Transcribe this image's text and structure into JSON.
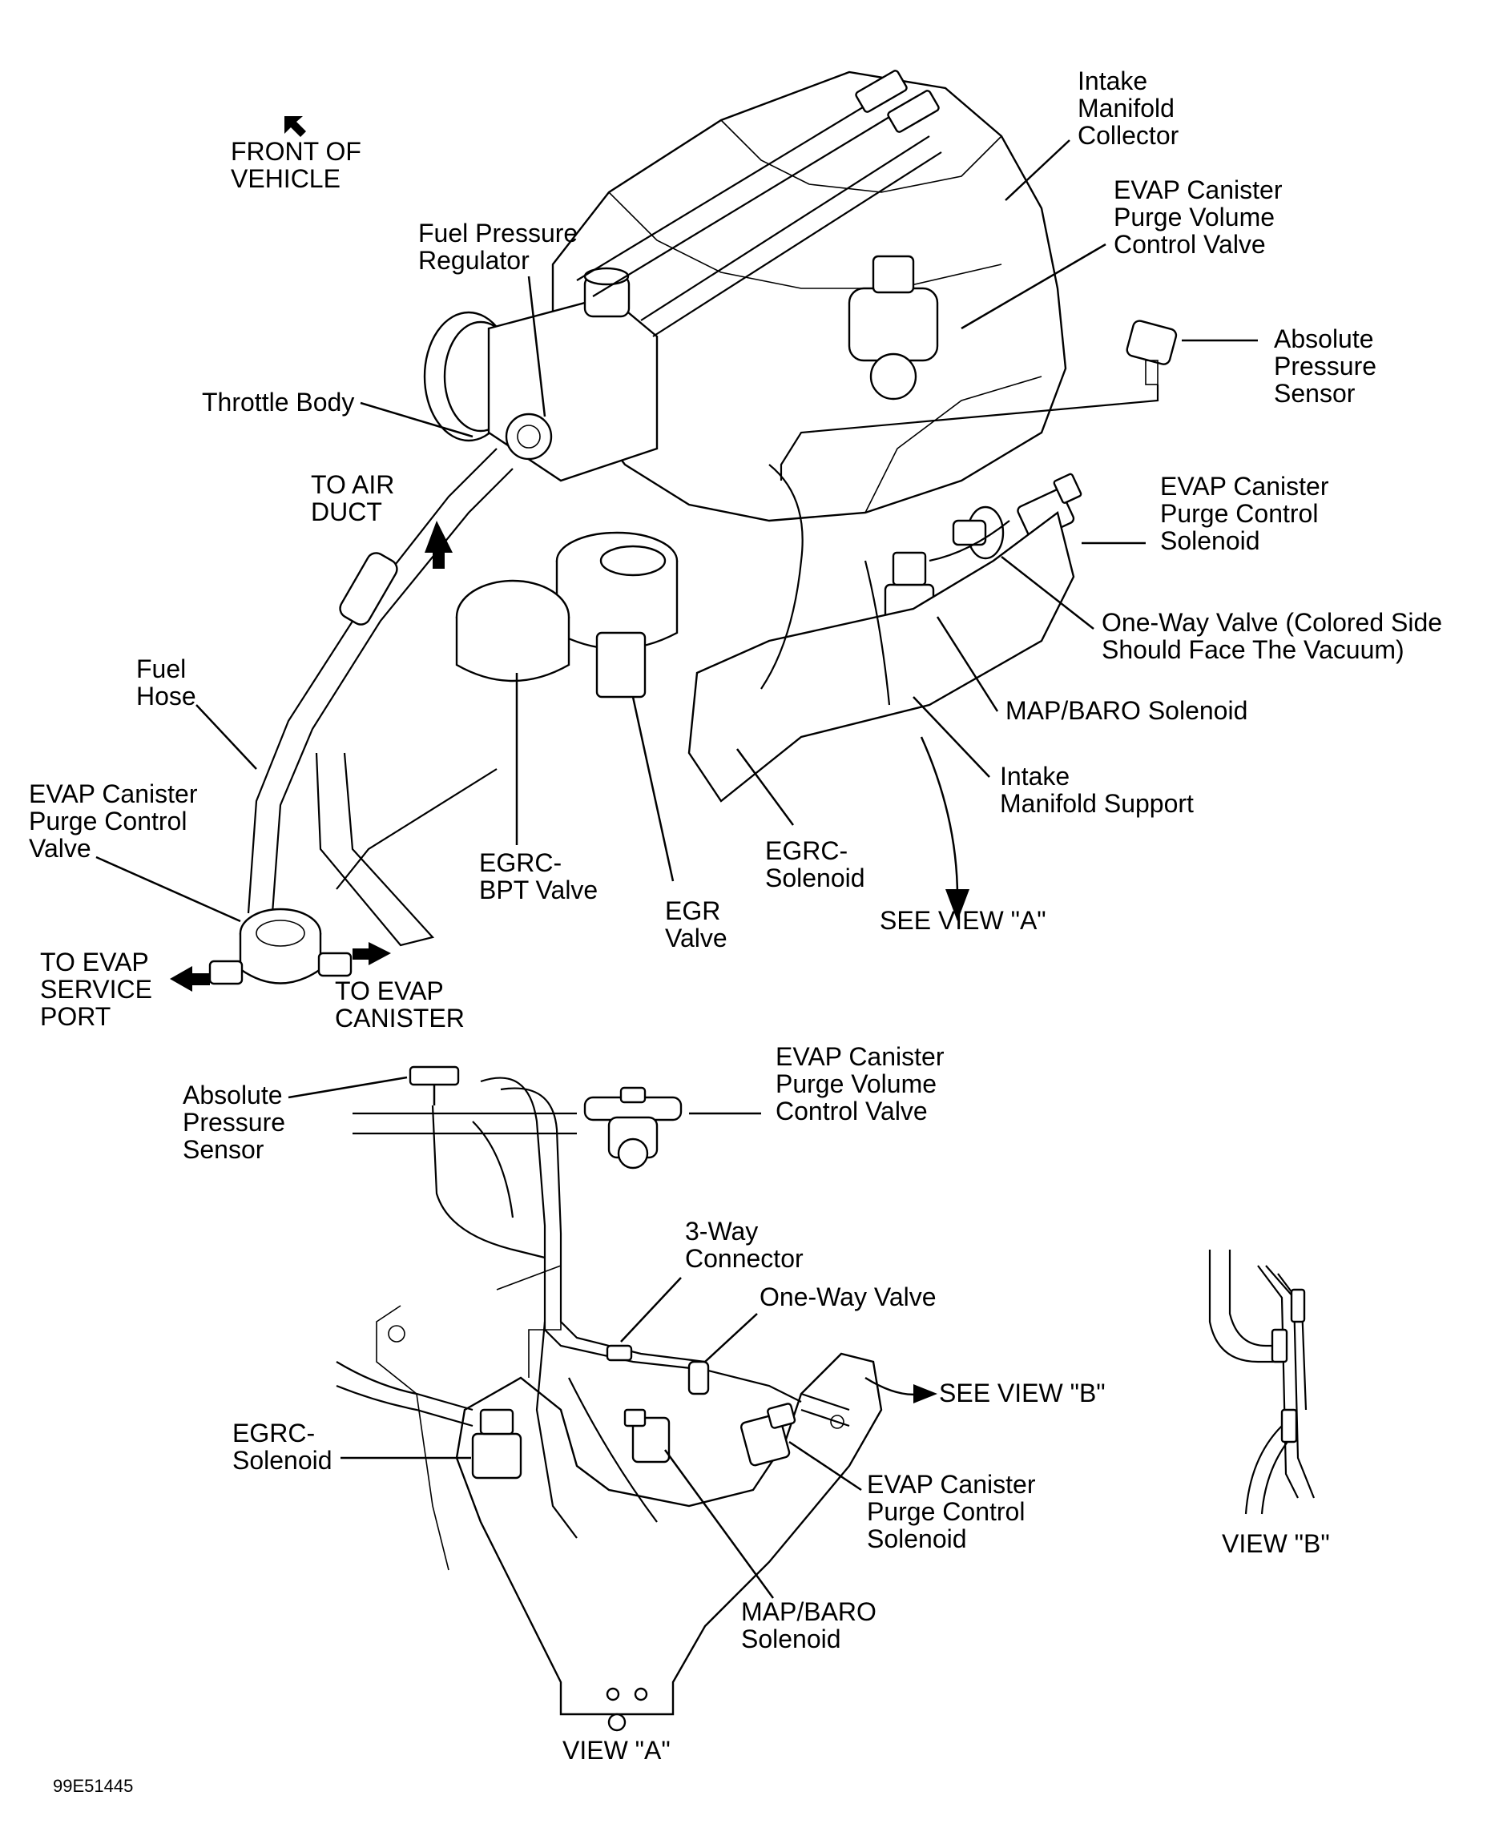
{
  "main_view": {
    "front_of_vehicle": "FRONT OF\nVEHICLE",
    "intake_manifold_collector": "Intake\nManifold\nCollector",
    "evap_purge_volume_valve": "EVAP Canister\nPurge Volume\nControl Valve",
    "fuel_pressure_regulator": "Fuel Pressure\nRegulator",
    "absolute_pressure_sensor": "Absolute\nPressure\nSensor",
    "throttle_body": "Throttle Body",
    "to_air_duct": "TO AIR\nDUCT",
    "evap_purge_control_solenoid": "EVAP Canister\nPurge Control\nSolenoid",
    "one_way_valve": "One-Way Valve (Colored Side\nShould Face The Vacuum)",
    "fuel_hose": "Fuel\nHose",
    "map_baro_solenoid": "MAP/BARO Solenoid",
    "intake_manifold_support": "Intake\nManifold Support",
    "evap_purge_control_valve": "EVAP Canister\nPurge Control\nValve",
    "egrc_bpt_valve": "EGRC-\nBPT Valve",
    "egrc_solenoid": "EGRC-\nSolenoid",
    "egr_valve": "EGR\nValve",
    "see_view_a": "SEE VIEW \"A\"",
    "to_evap_service_port": "TO EVAP\nSERVICE\nPORT",
    "to_evap_canister": "TO EVAP\nCANISTER"
  },
  "view_a": {
    "absolute_pressure_sensor": "Absolute\nPressure\nSensor",
    "evap_purge_volume_valve": "EVAP Canister\nPurge Volume\nControl Valve",
    "three_way_connector": "3-Way\nConnector",
    "one_way_valve": "One-Way Valve",
    "see_view_b": "SEE VIEW \"B\"",
    "egrc_solenoid": "EGRC-\nSolenoid",
    "evap_purge_control_solenoid": "EVAP Canister\nPurge Control\nSolenoid",
    "map_baro_solenoid": "MAP/BARO\nSolenoid",
    "caption": "VIEW \"A\""
  },
  "view_b": {
    "caption": "VIEW \"B\""
  },
  "figure_id": "99E51445"
}
